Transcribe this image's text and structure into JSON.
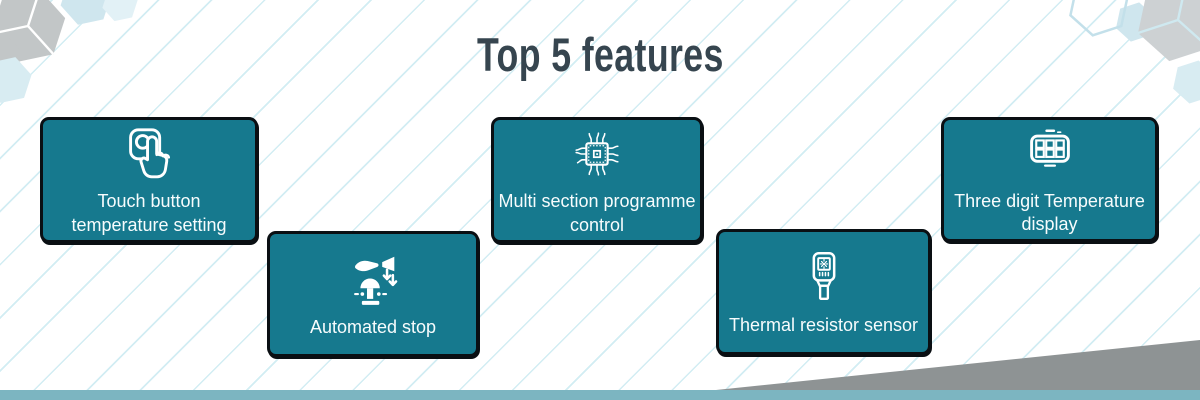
{
  "title": "Top 5 features",
  "cards": [
    {
      "icon": "touch-button-icon",
      "label": "Touch button temperature setting"
    },
    {
      "icon": "automated-stop-icon",
      "label": "Automated stop"
    },
    {
      "icon": "microchip-icon",
      "label": "Multi section programme control"
    },
    {
      "icon": "thermal-sensor-icon",
      "label": "Thermal resistor sensor"
    },
    {
      "icon": "digital-display-icon",
      "label": "Three digit Temperature display"
    }
  ],
  "colors": {
    "card_background": "#16798e",
    "card_border": "#0a0f13",
    "card_text": "#ffffff",
    "title_text": "#36454f",
    "bottom_bar": "#7cb5c1",
    "corner_wedge": "#8e9394",
    "hexagon_gray": "#c7cacb",
    "hexagon_blue": "#d2e8f0",
    "background_lines": "#addee9"
  }
}
